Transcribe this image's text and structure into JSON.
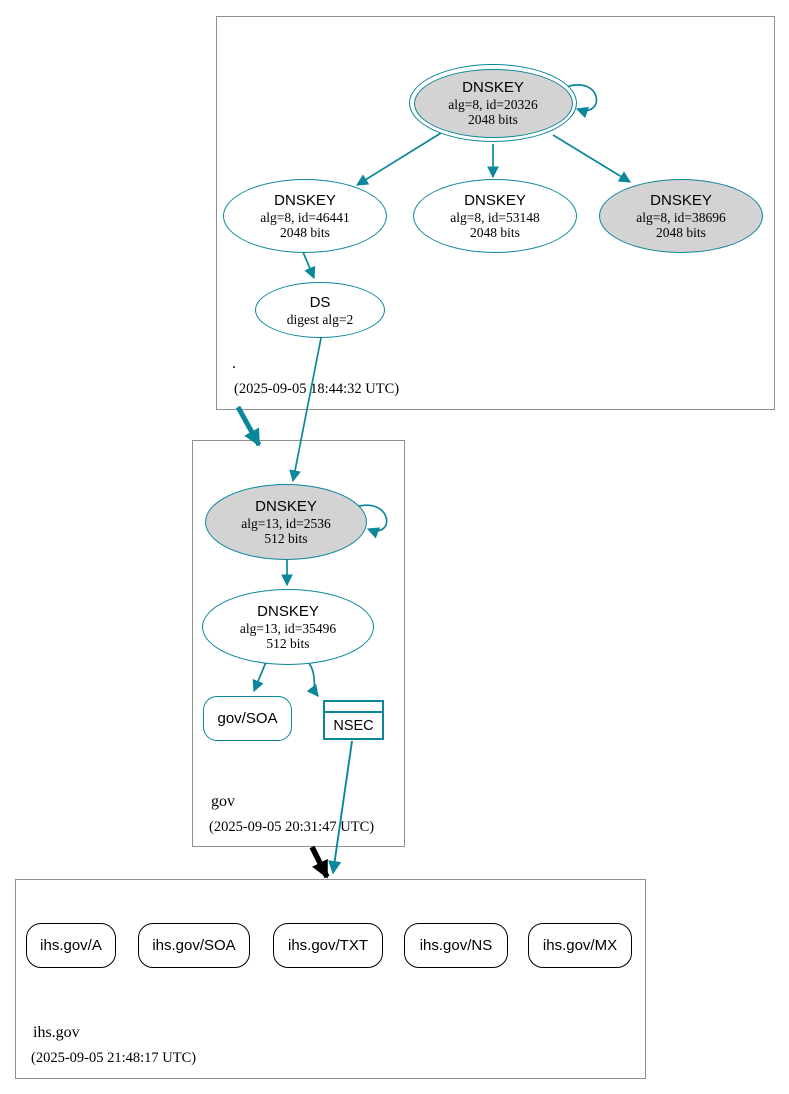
{
  "colors": {
    "edge_secure_teal": "#0a879a",
    "edge_insecure_black": "#000000",
    "node_fill_gray": "#d3d3d3",
    "cluster_border_gray": "#909090"
  },
  "zones": {
    "root": {
      "label": ".",
      "timestamp": "(2025-09-05 18:44:32 UTC)",
      "nodes": {
        "ksk": {
          "title": "DNSKEY",
          "line1": "alg=8, id=20326",
          "line2": "2048 bits"
        },
        "zsk1": {
          "title": "DNSKEY",
          "line1": "alg=8, id=46441",
          "line2": "2048 bits"
        },
        "zsk2": {
          "title": "DNSKEY",
          "line1": "alg=8, id=53148",
          "line2": "2048 bits"
        },
        "zsk3": {
          "title": "DNSKEY",
          "line1": "alg=8, id=38696",
          "line2": "2048 bits"
        },
        "ds": {
          "title": "DS",
          "line1": "digest alg=2"
        }
      }
    },
    "gov": {
      "label": "gov",
      "timestamp": "(2025-09-05 20:31:47 UTC)",
      "nodes": {
        "ksk": {
          "title": "DNSKEY",
          "line1": "alg=13, id=2536",
          "line2": "512 bits"
        },
        "zsk": {
          "title": "DNSKEY",
          "line1": "alg=13, id=35496",
          "line2": "512 bits"
        },
        "soa": {
          "label": "gov/SOA"
        },
        "nsec": {
          "label": "NSEC"
        }
      }
    },
    "ihs": {
      "label": "ihs.gov",
      "timestamp": "(2025-09-05 21:48:17 UTC)",
      "records": [
        {
          "label": "ihs.gov/A"
        },
        {
          "label": "ihs.gov/SOA"
        },
        {
          "label": "ihs.gov/TXT"
        },
        {
          "label": "ihs.gov/NS"
        },
        {
          "label": "ihs.gov/MX"
        }
      ]
    }
  }
}
